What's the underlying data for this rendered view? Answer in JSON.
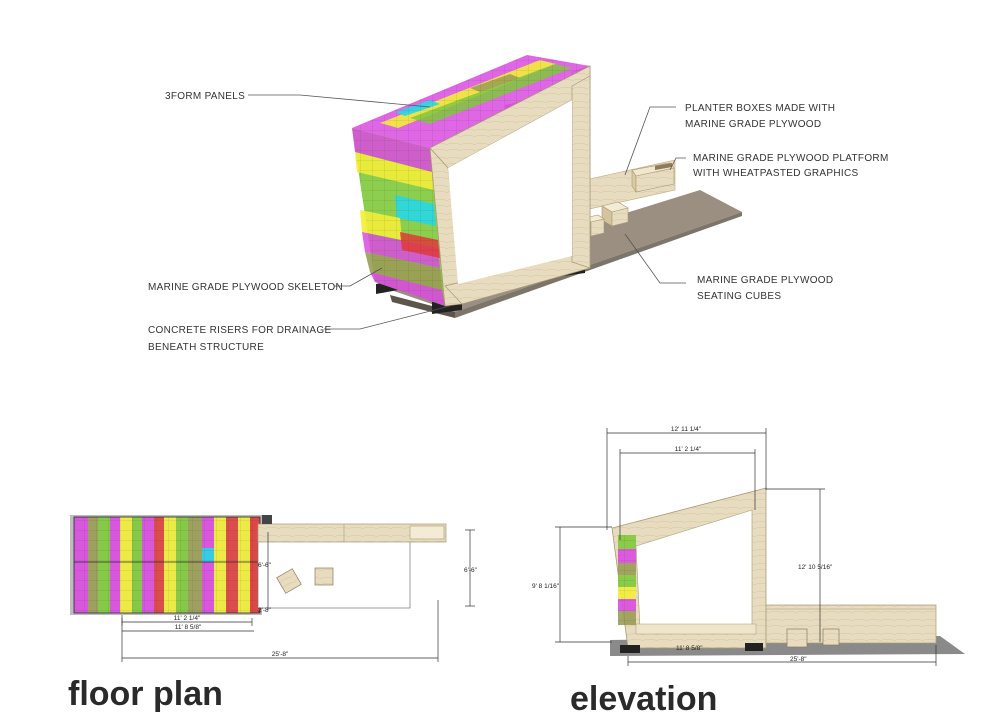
{
  "colors": {
    "plywood": "#e8dcc0",
    "plywood_edge": "#cbbb95",
    "platform": "#9a8f80",
    "magenta": "#d94be0",
    "yellow": "#f2ee3a",
    "green": "#7fc93b",
    "cyan": "#27d8e6",
    "red": "#e03a3a",
    "olive": "#9a9c55"
  },
  "callouts": {
    "panels": [
      "3FORM PANELS"
    ],
    "planters": [
      "PLANTER BOXES MADE WITH",
      "MARINE GRADE PLYWOOD"
    ],
    "platform": [
      "MARINE GRADE PLYWOOD PLATFORM",
      "WITH WHEATPASTED GRAPHICS"
    ],
    "skeleton": [
      "MARINE GRADE PLYWOOD SKELETON"
    ],
    "seating": [
      "MARINE GRADE PLYWOOD",
      "SEATING CUBES"
    ],
    "risers": [
      "CONCRETE RISERS FOR DRAINAGE",
      "BENEATH STRUCTURE"
    ]
  },
  "floor_plan": {
    "caption": "floor plan",
    "dims": {
      "inner_length": "11' 2 1/4\"",
      "outer_length": "11' 8 5/8\"",
      "total_length": "25'-8\"",
      "platform_depth_left": "6'-6\"",
      "platform_depth_right": "6'-6\"",
      "small": "2'-8\""
    }
  },
  "elevation": {
    "caption": "elevation",
    "dims": {
      "top_outer": "12' 11 1/4\"",
      "top_inner": "11' 2 1/4\"",
      "left_height": "9' 8 1/16\"",
      "right_height": "12' 10 5/16\"",
      "base_small": "11' 8 5/8\"",
      "total_length": "25'-8\""
    }
  }
}
